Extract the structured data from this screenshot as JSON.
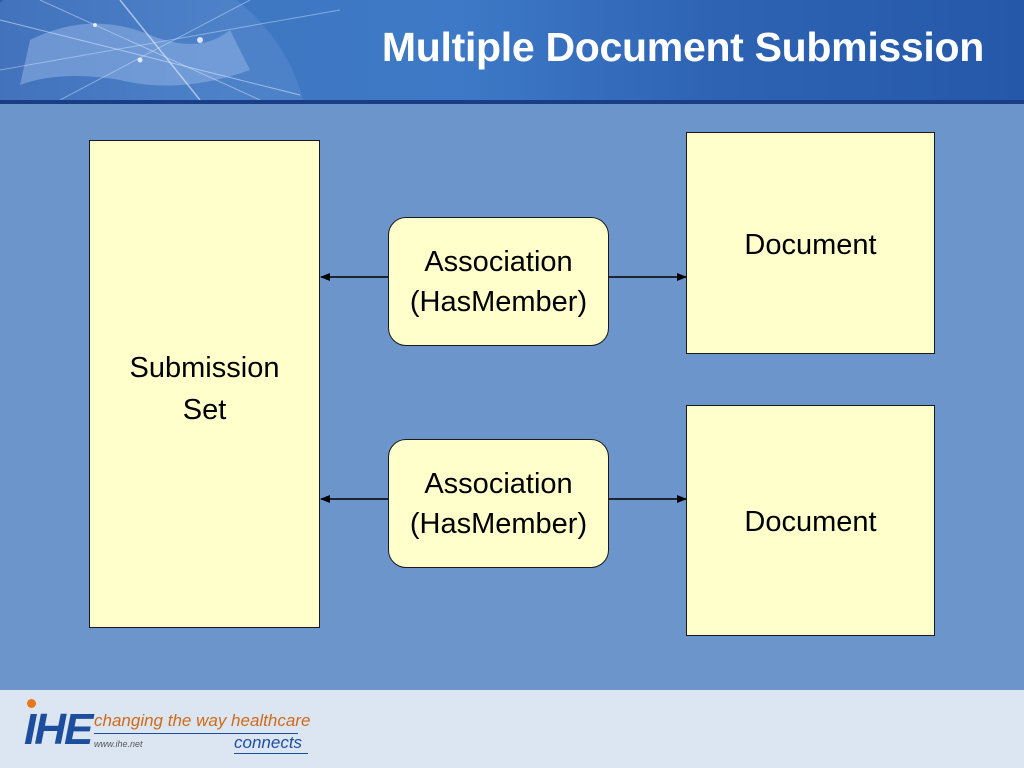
{
  "slide": {
    "title": "Multiple Document Submission"
  },
  "diagram": {
    "submission_set": {
      "line1": "Submission",
      "line2": "Set"
    },
    "associations": [
      {
        "line1": "Association",
        "line2": "(HasMember)"
      },
      {
        "line1": "Association",
        "line2": "(HasMember)"
      }
    ],
    "documents": [
      {
        "label": "Document"
      },
      {
        "label": "Document"
      }
    ]
  },
  "footer": {
    "logo_mark": "IHE",
    "tagline_1": "changing the way healthcare",
    "tagline_2": "connects",
    "url": "www.ihe.net"
  },
  "colors": {
    "header_blue": "#2e63b4",
    "canvas_blue": "#6c95cc",
    "box_fill": "#ffffcc",
    "footer_bg": "#dce6f2",
    "brand_blue": "#1d4e9e",
    "brand_orange": "#d06a18"
  }
}
